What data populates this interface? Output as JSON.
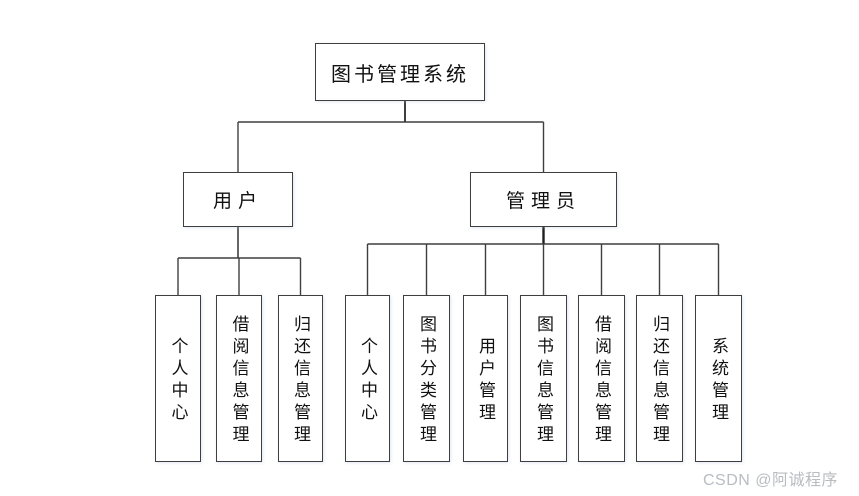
{
  "diagram": {
    "root": {
      "label": "图书管理系统"
    },
    "branches": [
      {
        "label": "用户",
        "children": [
          "个人中心",
          "借阅信息管理",
          "归还信息管理"
        ]
      },
      {
        "label": "管理员",
        "children": [
          "个人中心",
          "图书分类管理",
          "用户管理",
          "图书信息管理",
          "借阅信息管理",
          "归还信息管理",
          "系统管理"
        ]
      }
    ]
  },
  "watermark": {
    "text": "CSDN @阿诚程序"
  },
  "colors": {
    "box_border": "#3f3f3f",
    "connector_line": "#3f3f3f",
    "text": "#111111",
    "watermark_text": "#b9bcc1",
    "background": "#ffffff"
  }
}
